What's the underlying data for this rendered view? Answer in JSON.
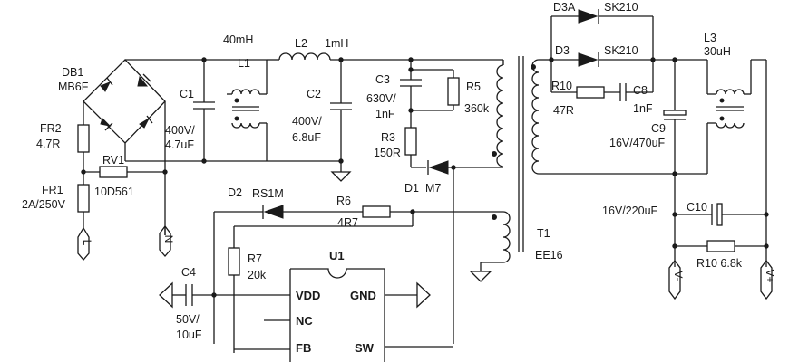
{
  "labels": {
    "db1": "DB1",
    "mb6f": "MB6F",
    "l1_value": "40mH",
    "l1": "L1",
    "l2": "L2",
    "l2_value": "1mH",
    "c1": "C1",
    "c1_v": "400V/",
    "c1_c": "4.7uF",
    "c2": "C2",
    "c2_v": "400V/",
    "c2_c": "6.8uF",
    "c3": "C3",
    "c3_v": "630V/",
    "c3_c": "1nF",
    "r5": "R5",
    "r5_value": "360k",
    "r3": "R3",
    "r3_value": "150R",
    "d1": "D1",
    "d1_value": "M7",
    "fr2": "FR2",
    "fr2_value": "4.7R",
    "rv1": "RV1",
    "rv1_value": "10D561",
    "fr1": "FR1",
    "fr1_value": "2A/250V",
    "d2": "D2",
    "d2_value": "RS1M",
    "r6": "R6",
    "r6_value": "4R7",
    "r7": "R7",
    "r7_value": "20k",
    "u1": "U1",
    "c4": "C4",
    "c4_v": "50V/",
    "c4_c": "10uF",
    "t1": "T1",
    "t1_value": "EE16",
    "d3a": "D3A",
    "d3a_value": "SK210",
    "d3": "D3",
    "d3_value": "SK210",
    "r10_top": "R10",
    "r10_top_value": "47R",
    "c8": "C8",
    "c8_value": "1nF",
    "c9": "C9",
    "c9_value": "16V/470uF",
    "l3": "L3",
    "l3_value": "30uH",
    "c10_value": "16V/220uF",
    "c10": "C10",
    "r10_bottom": "R10 6.8k"
  },
  "pins": {
    "vdd": "VDD",
    "nc": "NC",
    "fb": "FB",
    "gnd": "GND",
    "sw": "SW"
  },
  "ports": {
    "l": "L",
    "n": "N",
    "v_minus": "V-",
    "v_plus": "V+"
  }
}
